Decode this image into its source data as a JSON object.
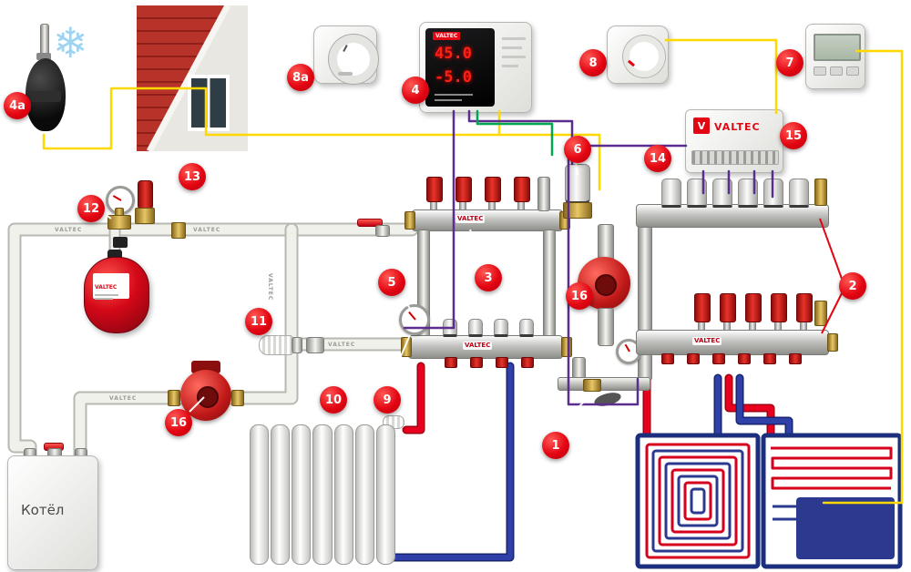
{
  "badges": [
    {
      "label": "4a"
    },
    {
      "label": "12"
    },
    {
      "label": "13"
    },
    {
      "label": "8a"
    },
    {
      "label": "4"
    },
    {
      "label": "5"
    },
    {
      "label": "3"
    },
    {
      "label": "11"
    },
    {
      "label": "10"
    },
    {
      "label": "9"
    },
    {
      "label": "16"
    },
    {
      "label": "16"
    },
    {
      "label": "6"
    },
    {
      "label": "14"
    },
    {
      "label": "8"
    },
    {
      "label": "7"
    },
    {
      "label": "15"
    },
    {
      "label": "2"
    },
    {
      "label": "1"
    }
  ],
  "boiler": {
    "label": "Котёл"
  },
  "controller": {
    "brand": "VALTEC",
    "display_top": "45.0",
    "display_bottom": "-5.0"
  },
  "wiring_center": {
    "brand": "VALTEC",
    "logo_letter": "V"
  },
  "manifold": {
    "brand": "VALTEC"
  },
  "pipe": {
    "brand": "VALTEC"
  },
  "tank": {
    "brand": "VALTEC"
  },
  "icons": {
    "snowflake": "❄"
  },
  "colors": {
    "hot": "#d6001c",
    "cold": "#2b3a8f",
    "wire_yellow": "#ffd800",
    "wire_purple": "#5b2d8e",
    "wire_green": "#00a651",
    "badge": "#e30613"
  }
}
